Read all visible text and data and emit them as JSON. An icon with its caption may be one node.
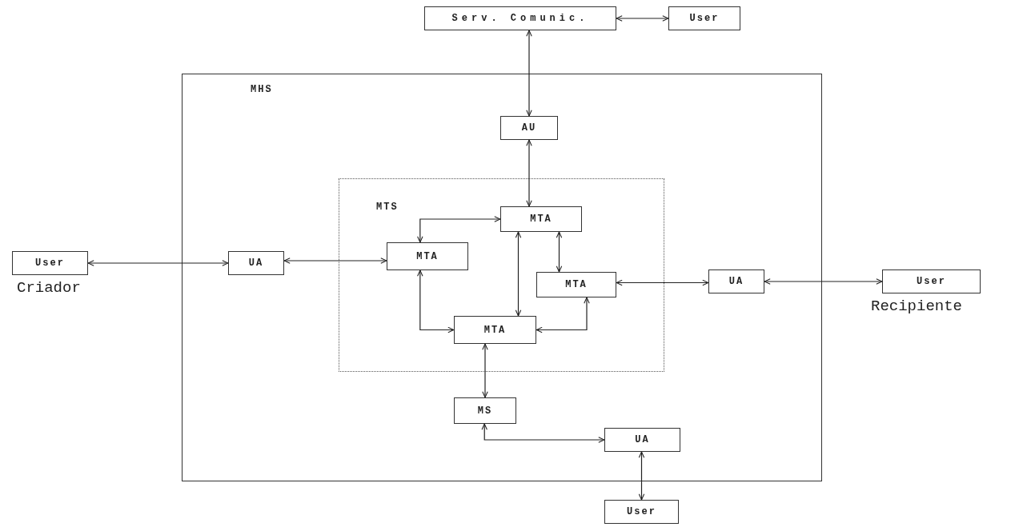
{
  "diagram": {
    "nodes": [
      {
        "text": [
          "Serv. Comunic."
        ]
      },
      {
        "text": [
          "User"
        ]
      },
      {
        "text": [
          "MHS"
        ]
      },
      {
        "text": [
          "AU"
        ],
        "in": 2
      },
      {
        "text": [
          "MTS"
        ],
        "in": 2
      },
      {
        "text": [
          "MTA"
        ],
        "in": 4
      },
      {
        "text": [
          "User"
        ],
        "beside": [
          "Criador"
        ]
      },
      {
        "text": [
          "UA"
        ],
        "in": 2
      },
      {
        "text": [
          "MTA"
        ],
        "in": 4
      },
      {
        "text": [
          "MTA"
        ],
        "in": 4
      },
      {
        "text": [
          "UA"
        ],
        "in": 2
      },
      {
        "text": [
          "User"
        ],
        "beside": [
          "Recipiente"
        ]
      },
      {
        "text": [
          "MTA"
        ],
        "in": 4
      },
      {
        "text": [
          "MS"
        ],
        "in": 2
      },
      {
        "text": [
          "UA"
        ],
        "in": 2
      },
      {
        "text": [
          "User"
        ]
      }
    ],
    "edges": [
      {
        "from": 0,
        "to": 1,
        "arrow": "both"
      },
      {
        "from": 0,
        "to": 3,
        "arrow": "both"
      },
      {
        "from": 3,
        "to": 5,
        "arrow": "both"
      },
      {
        "from": 6,
        "to": 7,
        "arrow": "both"
      },
      {
        "from": 7,
        "to": 8,
        "arrow": "both"
      },
      {
        "from": 8,
        "to": 5,
        "arrow": "both"
      },
      {
        "from": 8,
        "to": 12,
        "arrow": "both"
      },
      {
        "from": 5,
        "to": 9,
        "arrow": "both"
      },
      {
        "from": 5,
        "to": 12,
        "arrow": "both"
      },
      {
        "from": 9,
        "to": 12,
        "arrow": "both"
      },
      {
        "from": 9,
        "to": 10,
        "arrow": "both"
      },
      {
        "from": 10,
        "to": 11,
        "arrow": "both"
      },
      {
        "from": 12,
        "to": 13,
        "arrow": "both"
      },
      {
        "from": 13,
        "to": 14,
        "arrow": "both"
      },
      {
        "from": 14,
        "to": 15,
        "arrow": "both"
      }
    ]
  }
}
